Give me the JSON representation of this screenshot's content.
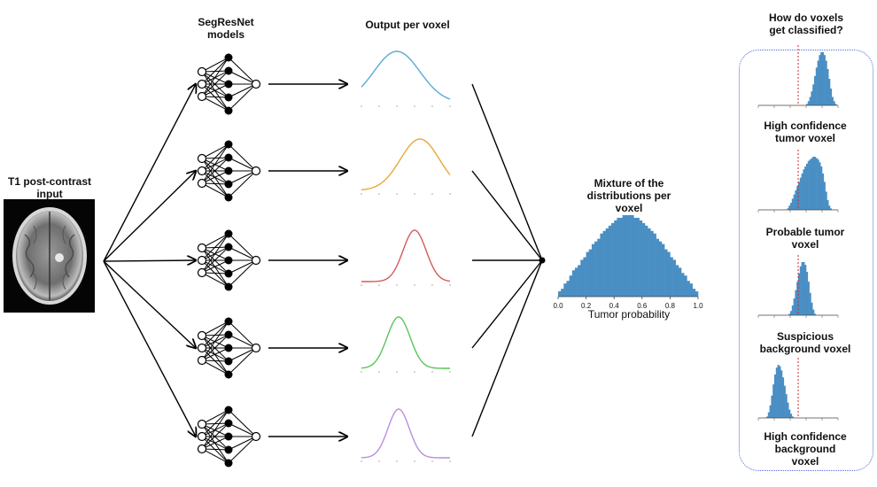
{
  "labels": {
    "input_title": "T1 post-contrast\ninput",
    "models_title": "SegResNet\nmodels",
    "output_title": "Output per voxel",
    "mixture_title": "Mixture of the\ndistributions per\nvoxel",
    "mixture_xlabel": "Tumor probability",
    "classify_title": "How do voxels\nget classified?"
  },
  "classes": [
    {
      "label": "High confidence\ntumor voxel"
    },
    {
      "label": "Probable tumor\nvoxel"
    },
    {
      "label": "Suspicious\nbackground voxel"
    },
    {
      "label": "High confidence\nbackground\nvoxel"
    }
  ],
  "colors": {
    "curves": [
      "#5aa9d6",
      "#e6a93a",
      "#d45b5b",
      "#5bc45b",
      "#b98ee0"
    ],
    "hist": "#4a8fc4",
    "threshold": "#d62728",
    "box_border": "#4a6fd4"
  },
  "curves": [
    {
      "mean": 0.4,
      "sd": 0.26,
      "color": "#5aa9d6"
    },
    {
      "mean": 0.66,
      "sd": 0.22,
      "color": "#e6a93a"
    },
    {
      "mean": 0.6,
      "sd": 0.13,
      "color": "#d45b5b"
    },
    {
      "mean": 0.42,
      "sd": 0.13,
      "color": "#5bc45b"
    },
    {
      "mean": 0.42,
      "sd": 0.12,
      "color": "#b98ee0"
    }
  ],
  "chart_data": [
    {
      "type": "histogram",
      "xlabel": "Tumor probability",
      "xticks": [
        "0.0",
        "0.2",
        "0.4",
        "0.6",
        "0.8",
        "1.0"
      ],
      "xlim": [
        0,
        1
      ],
      "bins": 50,
      "values": [
        2,
        3,
        5,
        6,
        8,
        10,
        11,
        12,
        14,
        15,
        17,
        18,
        20,
        21,
        22,
        24,
        25,
        26,
        27,
        28,
        29,
        30,
        30,
        31,
        31,
        31,
        31,
        30,
        30,
        29,
        28,
        27,
        26,
        25,
        24,
        22,
        21,
        20,
        18,
        17,
        15,
        14,
        12,
        11,
        9,
        8,
        6,
        5,
        3,
        2
      ]
    },
    {
      "type": "histogram",
      "label": "High confidence tumor voxel",
      "xlim": [
        0,
        1
      ],
      "threshold": 0.5,
      "values": [
        0,
        0,
        0,
        0,
        0,
        0,
        0,
        0,
        0,
        0,
        0,
        0,
        0,
        0,
        0,
        0,
        0,
        0,
        0,
        0,
        0,
        0,
        0,
        0,
        0,
        0,
        0,
        0,
        0,
        0,
        1,
        3,
        6,
        10,
        15,
        21,
        27,
        32,
        36,
        38,
        38,
        36,
        32,
        26,
        19,
        12,
        6,
        3,
        1,
        0
      ]
    },
    {
      "type": "histogram",
      "label": "Probable tumor voxel",
      "xlim": [
        0,
        1
      ],
      "threshold": 0.5,
      "values": [
        0,
        0,
        0,
        0,
        0,
        0,
        0,
        0,
        0,
        0,
        0,
        0,
        0,
        0,
        0,
        0,
        0,
        0,
        1,
        3,
        5,
        8,
        11,
        14,
        17,
        20,
        23,
        26,
        29,
        31,
        33,
        35,
        36,
        37,
        38,
        38,
        37,
        36,
        34,
        31,
        26,
        20,
        13,
        7,
        3,
        1,
        0,
        0,
        0,
        0
      ]
    },
    {
      "type": "histogram",
      "label": "Suspicious background voxel",
      "xlim": [
        0,
        1
      ],
      "threshold": 0.5,
      "values": [
        0,
        0,
        0,
        0,
        0,
        0,
        0,
        0,
        0,
        0,
        0,
        0,
        0,
        0,
        0,
        0,
        0,
        0,
        0,
        1,
        3,
        7,
        12,
        18,
        24,
        30,
        35,
        38,
        38,
        36,
        31,
        24,
        16,
        9,
        4,
        1,
        0,
        0,
        0,
        0,
        0,
        0,
        0,
        0,
        0,
        0,
        0,
        0,
        0,
        0
      ]
    },
    {
      "type": "histogram",
      "label": "High confidence background voxel",
      "xlim": [
        0,
        1
      ],
      "threshold": 0.5,
      "values": [
        0,
        0,
        0,
        0,
        0,
        1,
        4,
        9,
        16,
        24,
        31,
        36,
        38,
        37,
        34,
        29,
        23,
        17,
        11,
        6,
        3,
        1,
        0,
        0,
        0,
        0,
        0,
        0,
        0,
        0,
        0,
        0,
        0,
        0,
        0,
        0,
        0,
        0,
        0,
        0,
        0,
        0,
        0,
        0,
        0,
        0,
        0,
        0,
        0,
        0
      ]
    }
  ]
}
